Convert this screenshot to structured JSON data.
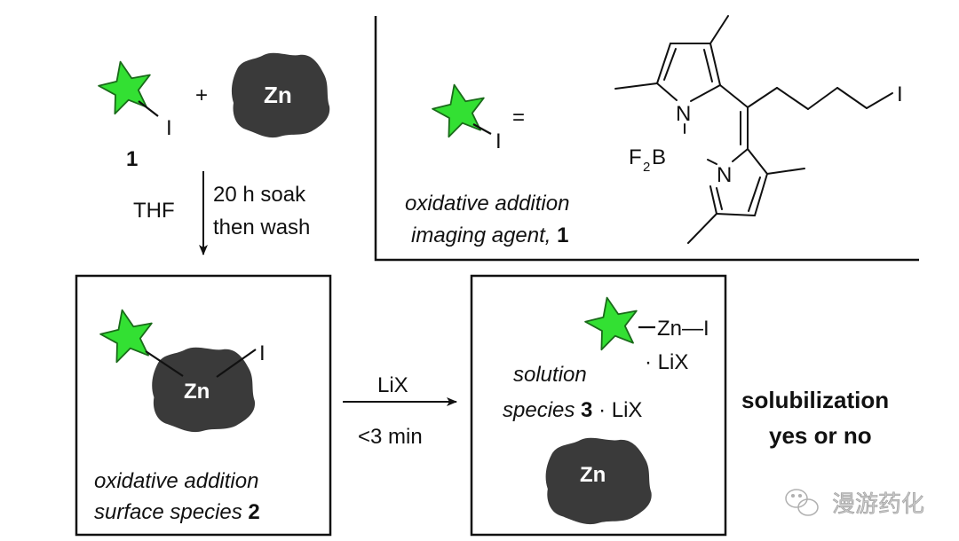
{
  "colors": {
    "star_fill": "#33e033",
    "star_stroke": "#1a6b1a",
    "zinc_fill": "#3a3a3a",
    "line": "#111111"
  },
  "reactants": {
    "star_label": "I",
    "plus": "+",
    "zinc_label": "Zn",
    "compound_number": "1"
  },
  "step1": {
    "solvent": "THF",
    "condition_line1": "20 h soak",
    "condition_line2": "then wash"
  },
  "legend_box": {
    "star_label": "I",
    "equals": "=",
    "caption_line1": "oxidative addition",
    "caption_line2_text": "imaging agent, ",
    "caption_line2_number": "1",
    "structure": {
      "atom_N_top": "N",
      "atom_N_bottom": "N",
      "atom_B": "B",
      "atom_F": "F",
      "subscript_2": "2",
      "terminal_I": "I"
    }
  },
  "surface_box": {
    "iodide": "I",
    "zinc_label": "Zn",
    "caption_line1": "oxidative addition",
    "caption_line2_text": "surface species ",
    "caption_line2_number": "2"
  },
  "step2": {
    "reagent": "LiX",
    "time": "<3 min"
  },
  "solution_box": {
    "organozinc": "Zn—I",
    "adduct": "· LiX",
    "caption_line1": "solution",
    "caption_line2_text": "species ",
    "caption_line2_number": "3",
    "caption_line2_suffix": " · LiX",
    "zinc_label": "Zn"
  },
  "outcome": {
    "line1": "solubilization",
    "line2": "yes or no"
  },
  "watermark": {
    "icon": "wechat-icon",
    "text": "漫游药化"
  }
}
